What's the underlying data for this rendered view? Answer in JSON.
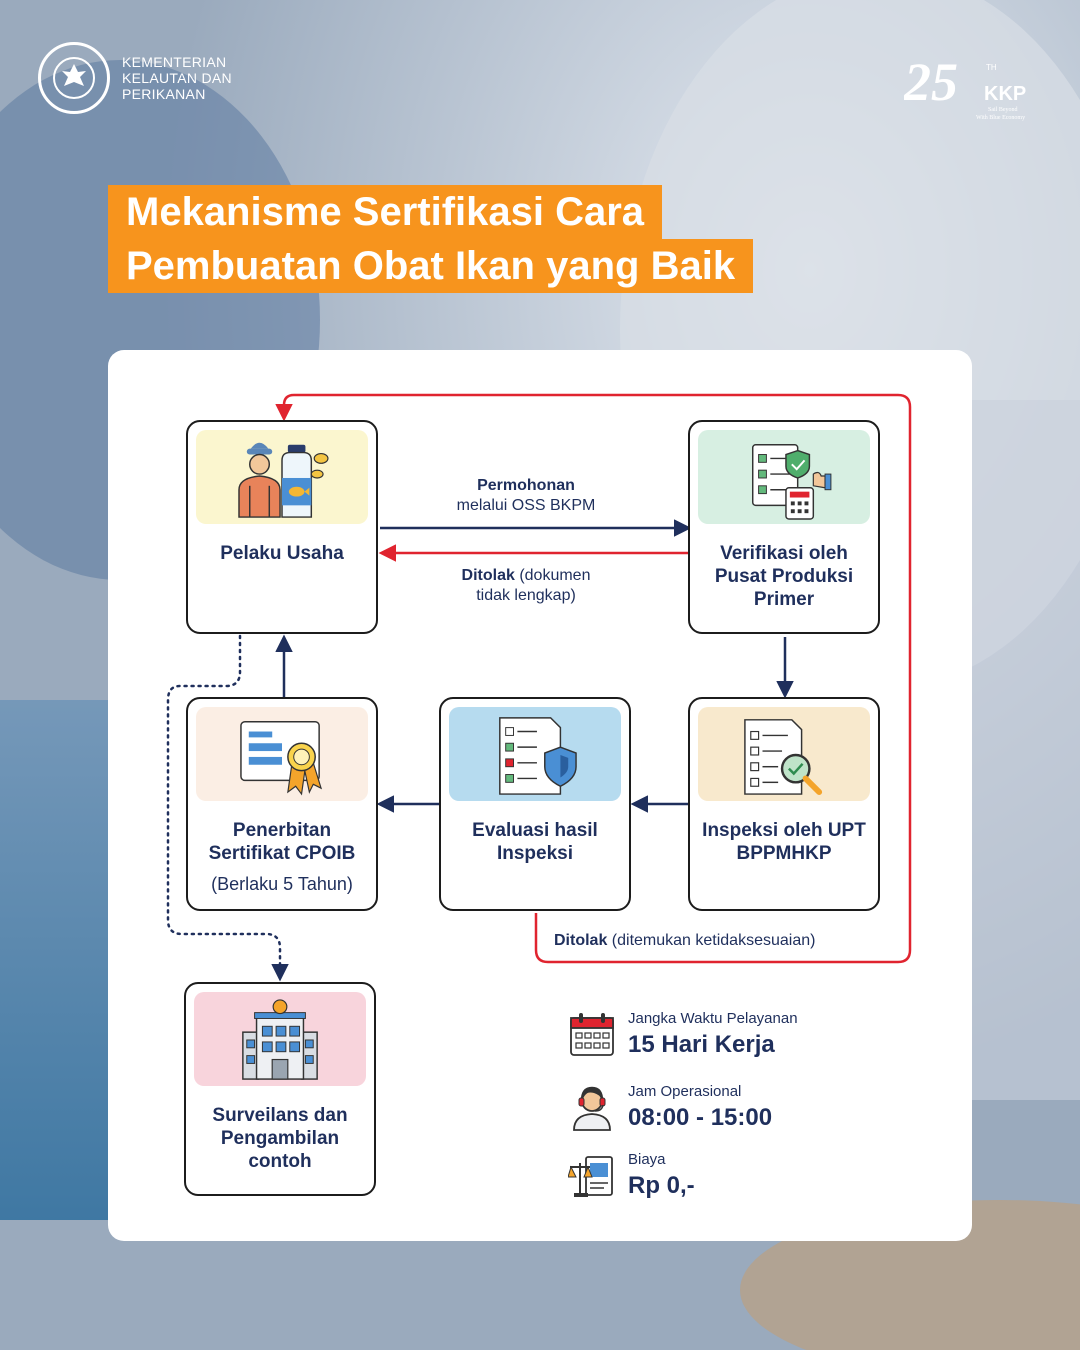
{
  "header": {
    "org_lines": [
      "KEMENTERIAN",
      "KELAUTAN DAN",
      "PERIKANAN"
    ],
    "anniversary": {
      "number": "25",
      "suffix": "TH",
      "brand": "KKP",
      "tagline_1": "Sail Beyond",
      "tagline_2": "With Blue Economy"
    }
  },
  "title": {
    "line1": "Mekanisme Sertifikasi Cara",
    "line2": "Pembuatan Obat Ikan yang Baik"
  },
  "nodes": {
    "pelaku": {
      "label": "Pelaku Usaha"
    },
    "verifikasi": {
      "label": "Verifikasi oleh Pusat Produksi Primer"
    },
    "inspeksi": {
      "label": "Inspeksi oleh UPT BPPMHKP"
    },
    "evaluasi": {
      "label": "Evaluasi hasil Inspeksi"
    },
    "penerbitan": {
      "label": "Penerbitan Sertifikat CPOIB",
      "sublabel": "(Berlaku 5 Tahun)"
    },
    "surveilans": {
      "label": "Surveilans dan Pengambilan contoh"
    }
  },
  "edges": {
    "permohonan": {
      "bold": "Permohonan",
      "text": "melalui OSS BKPM"
    },
    "ditolak_dokumen": {
      "bold": "Ditolak",
      "text_1": " (dokumen",
      "text_2": "tidak lengkap)"
    },
    "ditolak_temuan": {
      "bold": "Ditolak",
      "text": " (ditemukan ketidaksesuaian)"
    }
  },
  "info": {
    "jangka": {
      "label": "Jangka Waktu Pelayanan",
      "value": "15 Hari Kerja",
      "icon": "calendar-icon"
    },
    "jam": {
      "label": "Jam Operasional",
      "value": "08:00 - 15:00",
      "icon": "operator-headset-icon"
    },
    "biaya": {
      "label": "Biaya",
      "value": "Rp 0,-",
      "icon": "scale-document-icon"
    }
  },
  "colors": {
    "accent_orange": "#f7941d",
    "navy": "#1f2f5c",
    "reject_red": "#e0242f",
    "illus_yellow": "#fbf6cf",
    "illus_green": "#d7efe2",
    "illus_tan": "#f8e9cd",
    "illus_blue": "#b6dbef",
    "illus_peach": "#fbeee4",
    "illus_pink": "#f8d4dc"
  }
}
